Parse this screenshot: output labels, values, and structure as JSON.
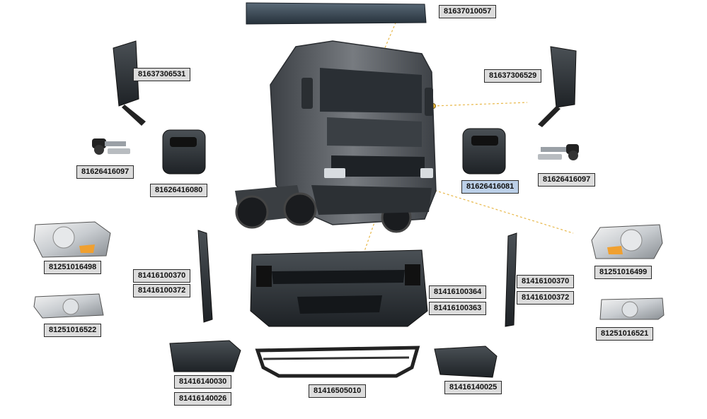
{
  "labels": {
    "sun_visor": "81637010057",
    "mirror_left": "81637306531",
    "mirror_right": "81637306529",
    "key_left": "81626416097",
    "key_right": "81626416097",
    "handle_left": "81626416080",
    "handle_right": "81626416081",
    "headlamp_left": "81251016498",
    "headlamp_right": "81251016499",
    "foglamp_left": "81251016522",
    "foglamp_right": "81251016521",
    "strip_left_a": "81416100370",
    "strip_left_b": "81416100372",
    "strip_right_a": "81416100370",
    "strip_right_b": "81416100372",
    "bumper_a": "81416100364",
    "bumper_b": "81416100363",
    "corner_left_a": "81416140030",
    "corner_left_b": "81416140026",
    "corner_right": "81416140025",
    "step": "81416505010"
  },
  "colors": {
    "label_bg": "#dcdcdc",
    "label_border": "#2a2a2a",
    "leader_line": "#e8b84a",
    "part_dark": "#2b2f33",
    "truck_body": "#5d6166",
    "selected_bg": "#bcd0e8"
  },
  "selected_label": "handle_right"
}
